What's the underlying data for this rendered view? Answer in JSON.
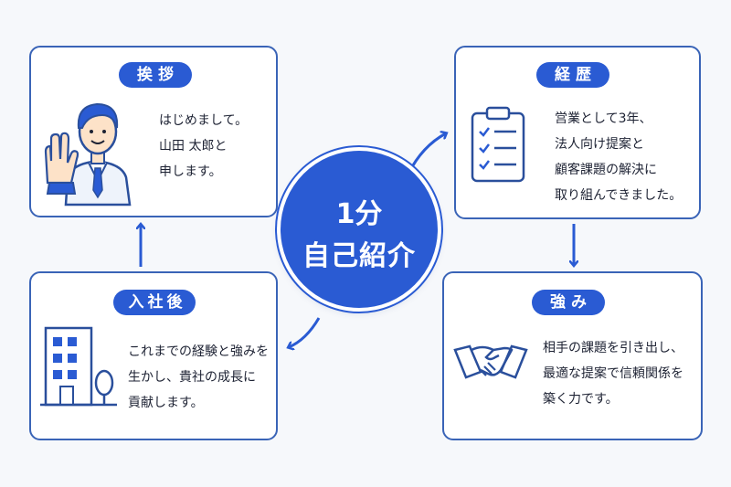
{
  "center": {
    "line1": "1分",
    "line2": "自己紹介"
  },
  "cards": {
    "greeting": {
      "title": "挨拶",
      "lines": [
        "はじめまして。",
        "山田 太郎と",
        "申します。"
      ],
      "icon": "businessman-waving-icon"
    },
    "career": {
      "title": "経歴",
      "lines": [
        "営業として3年、",
        "法人向け提案と",
        "顧客課題の解決に",
        "取り組んできました。"
      ],
      "icon": "clipboard-checklist-icon"
    },
    "strength": {
      "title": "強み",
      "lines": [
        "相手の課題を引き出し、",
        "最適な提案で信頼関係を",
        "築く力です。"
      ],
      "icon": "handshake-icon"
    },
    "joining": {
      "title": "入社後",
      "lines": [
        "これまでの経験と強みを",
        "生かし、貴社の成長に",
        "貢献します。"
      ],
      "icon": "office-building-icon"
    }
  },
  "colors": {
    "accent": "#2a5bd3",
    "border": "#3a64b7",
    "background": "#f6f8fb",
    "text": "#1d2233"
  }
}
